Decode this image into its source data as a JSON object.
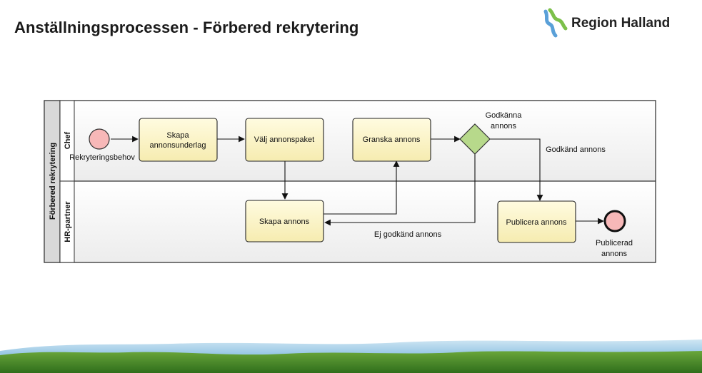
{
  "header": {
    "title": "Anställningsprocessen - Förbered rekrytering",
    "logo_text": "Region Halland"
  },
  "pool": {
    "label": "Förbered rekrytering"
  },
  "lanes": {
    "chef": "Chef",
    "hr": "HR-partner"
  },
  "events": {
    "start_label": "Rekryteringsbehov",
    "end_label_line1": "Publicerad",
    "end_label_line2": "annons"
  },
  "tasks": {
    "skapa_underlag_line1": "Skapa",
    "skapa_underlag_line2": "annonsunderlag",
    "valj_paket": "Välj annonspaket",
    "granska": "Granska annons",
    "skapa_annons": "Skapa annons",
    "publicera": "Publicera annons"
  },
  "gateway": {
    "label_line1": "Godkänna",
    "label_line2": "annons"
  },
  "flows": {
    "approved": "Godkänd annons",
    "not_approved": "Ej godkänd annons"
  },
  "colors": {
    "task_fill": "#fdf6c8",
    "task_stroke": "#222222",
    "start_fill": "#f7b8b8",
    "gateway_fill": "#b7d98b",
    "lane_header": "#d9d9d9",
    "sky": "#8ec5e6",
    "grass": "#4a8a2a"
  }
}
